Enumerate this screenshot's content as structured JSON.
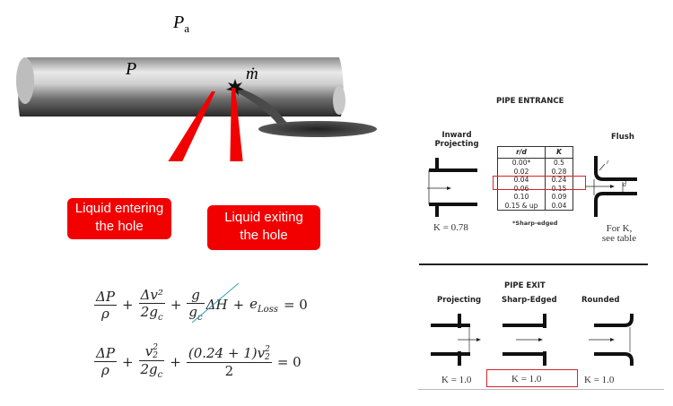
{
  "left_figure": {
    "ambient_pressure_label": "P",
    "ambient_pressure_sub": "a",
    "pipe_pressure_label": "P",
    "mass_flow_label": "ṁ",
    "callouts": [
      {
        "line1": "Liquid entering",
        "line2": "the hole"
      },
      {
        "line1": "Liquid exiting",
        "line2": "the hole"
      }
    ],
    "callout_color": "#f20000"
  },
  "equations": {
    "eq1": {
      "t1_num": "ΔP",
      "t1_den": "ρ",
      "t2_num": "Δv²",
      "t2_den": "2g",
      "t2_den_sub": "c",
      "t3_num": "g",
      "t3_den": "g",
      "t3_den_sub": "c",
      "t3_after": "ΔH",
      "t4": "e",
      "t4_sub": "Loss",
      "rhs": "= 0"
    },
    "eq2": {
      "t1_num": "ΔP",
      "t1_den": "ρ",
      "t2_num": "v",
      "t2_num_sub": "2",
      "t2_num_sup": "2",
      "t2_den": "2g",
      "t2_den_sub": "c",
      "t3_num_pre": "(0.24 + 1)v",
      "t3_num_sub": "2",
      "t3_num_sup": "2",
      "t3_den": "2",
      "rhs": "= 0"
    },
    "plus": "+"
  },
  "pipe_entrance": {
    "title": "PIPE ENTRANCE",
    "inward_label_1": "Inward",
    "inward_label_2": "Projecting",
    "inward_k": "K = 0.78",
    "flush_label": "Flush",
    "flush_r": "r",
    "flush_d": "d",
    "flush_note_1": "For K,",
    "flush_note_2": "see table",
    "table": {
      "headers": [
        "r/d",
        "K"
      ],
      "rows": [
        [
          "0.00*",
          "0.5"
        ],
        [
          "0.02",
          "0.28"
        ],
        [
          "0.04",
          "0.24"
        ],
        [
          "0.06",
          "0.15"
        ],
        [
          "0.10",
          "0.09"
        ],
        [
          "0.15 & up",
          "0.04"
        ]
      ],
      "footnote": "*Sharp-edged",
      "highlight_row": 2
    },
    "highlight_color": "#d9232d"
  },
  "pipe_exit": {
    "title": "PIPE EXIT",
    "types": [
      {
        "label": "Projecting",
        "k": "K = 1.0"
      },
      {
        "label": "Sharp-Edged",
        "k": "K = 1.0"
      },
      {
        "label": "Rounded",
        "k": "K = 1.0"
      }
    ],
    "highlight_index": 1
  }
}
